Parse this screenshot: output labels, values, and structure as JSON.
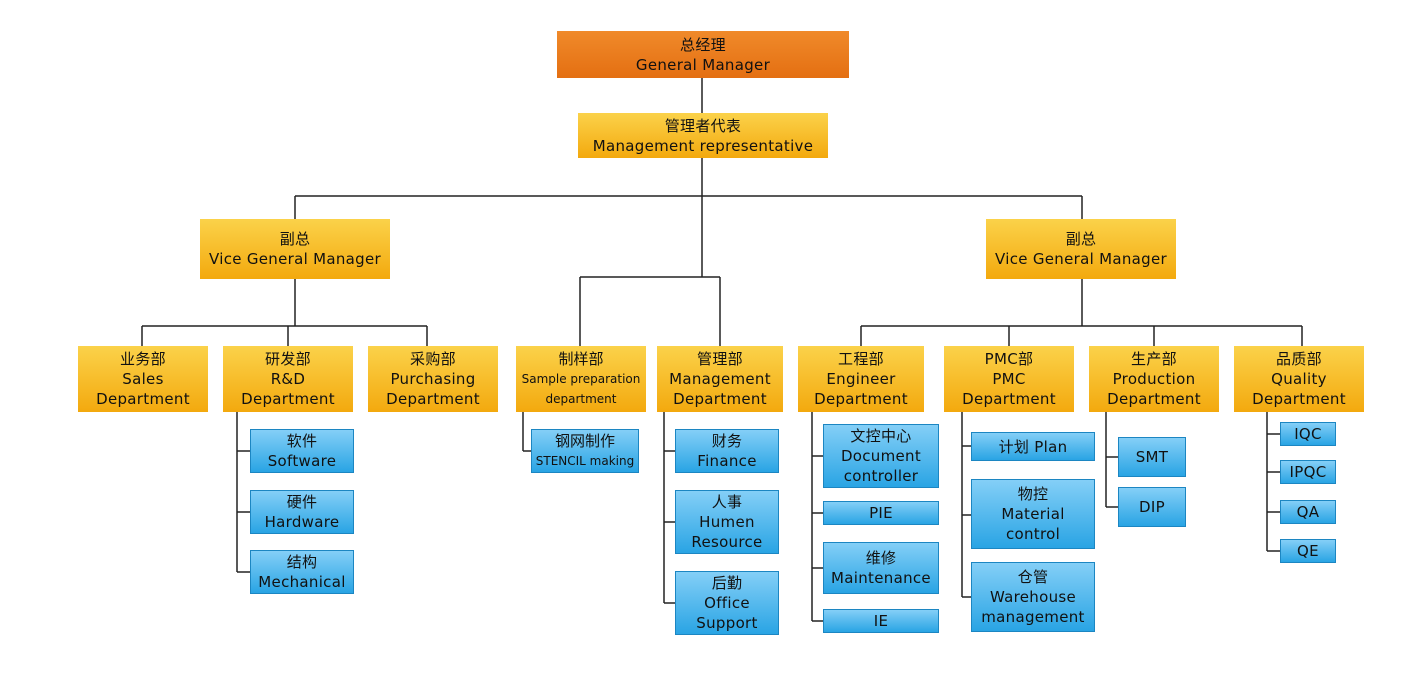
{
  "root": {
    "cn": "总经理",
    "en": "General Manager"
  },
  "rep": {
    "cn": "管理者代表",
    "en": "Management representative"
  },
  "vgm_left": {
    "cn": "副总",
    "en": "Vice General Manager"
  },
  "vgm_right": {
    "cn": "副总",
    "en": "Vice General Manager"
  },
  "dept": {
    "sales": {
      "cn": "业务部",
      "en1": "Sales",
      "en2": "Department"
    },
    "rd": {
      "cn": "研发部",
      "en1": "R&D",
      "en2": "Department"
    },
    "purchasing": {
      "cn": "采购部",
      "en1": "Purchasing",
      "en2": "Department"
    },
    "sample": {
      "cn": "制样部",
      "en1": "Sample preparation",
      "en2": "department"
    },
    "management": {
      "cn": "管理部",
      "en1": "Management",
      "en2": "Department"
    },
    "engineer": {
      "cn": "工程部",
      "en1": "Engineer",
      "en2": "Department"
    },
    "pmc": {
      "cn": "PMC部",
      "en1": "PMC",
      "en2": "Department"
    },
    "production": {
      "cn": "生产部",
      "en1": "Production",
      "en2": "Department"
    },
    "quality": {
      "cn": "品质部",
      "en1": "Quality",
      "en2": "Department"
    }
  },
  "sub": {
    "software": {
      "cn": "软件",
      "en": "Software"
    },
    "hardware": {
      "cn": "硬件",
      "en": "Hardware"
    },
    "mechanical": {
      "cn": "结构",
      "en": "Mechanical"
    },
    "stencil": {
      "cn": "钢网制作",
      "en": "STENCIL making"
    },
    "finance": {
      "cn": "财务",
      "en": "Finance"
    },
    "hr": {
      "cn": "人事",
      "en1": "Humen",
      "en2": "Resource"
    },
    "office": {
      "cn": "后勤",
      "en1": "Office",
      "en2": "Support"
    },
    "doc": {
      "cn": "文控中心",
      "en1": "Document",
      "en2": "controller"
    },
    "pie": {
      "en": "PIE"
    },
    "maintenance": {
      "cn": "维修",
      "en": "Maintenance"
    },
    "ie": {
      "en": "IE"
    },
    "plan": {
      "en": "计划 Plan"
    },
    "material": {
      "cn": "物控",
      "en1": "Material",
      "en2": "control"
    },
    "warehouse": {
      "cn": "仓管",
      "en1": "Warehouse",
      "en2": "management"
    },
    "smt": {
      "en": "SMT"
    },
    "dip": {
      "en": "DIP"
    },
    "iqc": {
      "en": "IQC"
    },
    "ipqc": {
      "en": "IPQC"
    },
    "qa": {
      "en": "QA"
    },
    "qe": {
      "en": "QE"
    }
  }
}
